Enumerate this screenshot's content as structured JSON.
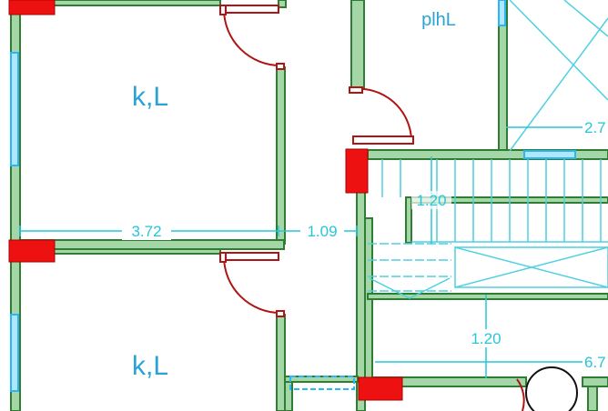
{
  "plan": {
    "room_labels": {
      "upper_left": "k,L",
      "lower_left": "k,L",
      "top_right": "plhL"
    },
    "dimensions": {
      "room_width": "3.72",
      "corridor_width": "1.09",
      "stair_run": "1.20",
      "landing_depth": "1.20",
      "right_partial_top": "2.7",
      "right_partial_bottom": "6.7"
    }
  },
  "colors": {
    "wall_outline": "#2e7d32",
    "wall_fill": "#a5d6a7",
    "column": "#ee1111",
    "door": "#b01515",
    "window": "#29b6f6",
    "dimension": "#26c6da",
    "stairs": "#4dd0e1",
    "label_text": "#29a3d6",
    "background": "#ffffff"
  },
  "icons": [
    "column-icon",
    "door-swing-icon",
    "window-icon",
    "circle-fixture-icon"
  ]
}
